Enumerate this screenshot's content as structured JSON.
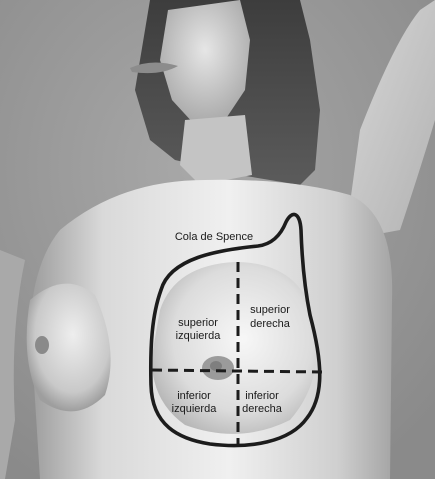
{
  "labels": {
    "tail": "Cola de Spence",
    "upper_left_1": "superior",
    "upper_left_2": "izquierda",
    "upper_right_1": "superior",
    "upper_right_2": "derecha",
    "lower_left_1": "inferior",
    "lower_left_2": "izquierda",
    "lower_right_1": "inferior",
    "lower_right_2": "derecha"
  },
  "colors": {
    "background": "#9a9a9a",
    "outline": "#1c1c1c",
    "skin_light": "#f2f2f2",
    "skin_mid": "#bdbdbd",
    "hair": "#4a4a4a"
  }
}
